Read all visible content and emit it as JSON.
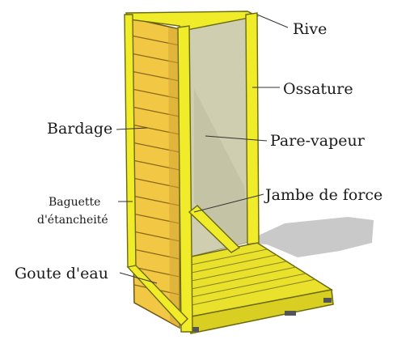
{
  "labels": {
    "rive": "Rive",
    "ossature": "Ossature",
    "bardage": "Bardage",
    "pare_vapeur": "Pare-vapeur",
    "jambe_de_force": "Jambe de force",
    "baguette_line1": "Baguette",
    "baguette_line2": "d'étancheité",
    "goute_deau": "Goute d'eau"
  },
  "colors": {
    "frame_yellow": "#f0ec2a",
    "frame_edge": "#6b6a10",
    "siding": "#f2c743",
    "siding_line": "#8a6a18",
    "vapor_barrier": "#cfceb0",
    "floor_yellow": "#e9e12c",
    "shadow": "#c9c9c9"
  }
}
